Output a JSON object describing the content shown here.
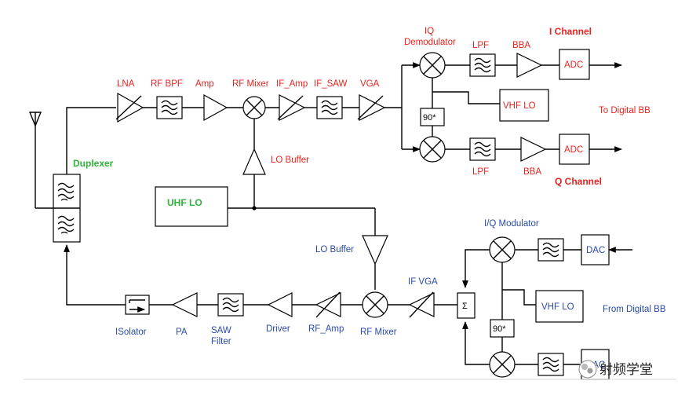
{
  "rx": {
    "lna": "LNA",
    "rf_bpf": "RF BPF",
    "amp": "Amp",
    "rf_mixer": "RF Mixer",
    "if_amp": "IF_Amp",
    "if_saw": "IF_SAW",
    "vga": "VGA",
    "iq_demod_1": "IQ",
    "iq_demod_2": "Demodulator",
    "lpf": "LPF",
    "bba": "BBA",
    "adc": "ADC",
    "i_channel": "I Channel",
    "q_channel": "Q Channel",
    "vhf_lo": "VHF LO",
    "phase": "90*",
    "to_bb": "To Digital BB",
    "lo_buffer": "LO Buffer"
  },
  "common": {
    "duplexer": "Duplexer",
    "uhf_lo": "UHF LO"
  },
  "tx": {
    "lo_buffer": "LO Buffer",
    "iq_mod": "I/Q Modulator",
    "dac": "DAC",
    "vhf_lo": "VHF LO",
    "from_bb": "From Digital BB",
    "phase": "90*",
    "sum": "Σ",
    "if_vga": "IF VGA",
    "rf_mixer": "RF Mixer",
    "rf_amp": "RF_Amp",
    "driver": "Driver",
    "saw_1": "SAW",
    "saw_2": "Filter",
    "pa": "PA",
    "isolator": "ISolator"
  },
  "watermark": "射频学堂",
  "colors": {
    "rx_label": "#e8231f",
    "tx_label": "#2a4aa8",
    "duplexer_label": "#2fb23a"
  }
}
